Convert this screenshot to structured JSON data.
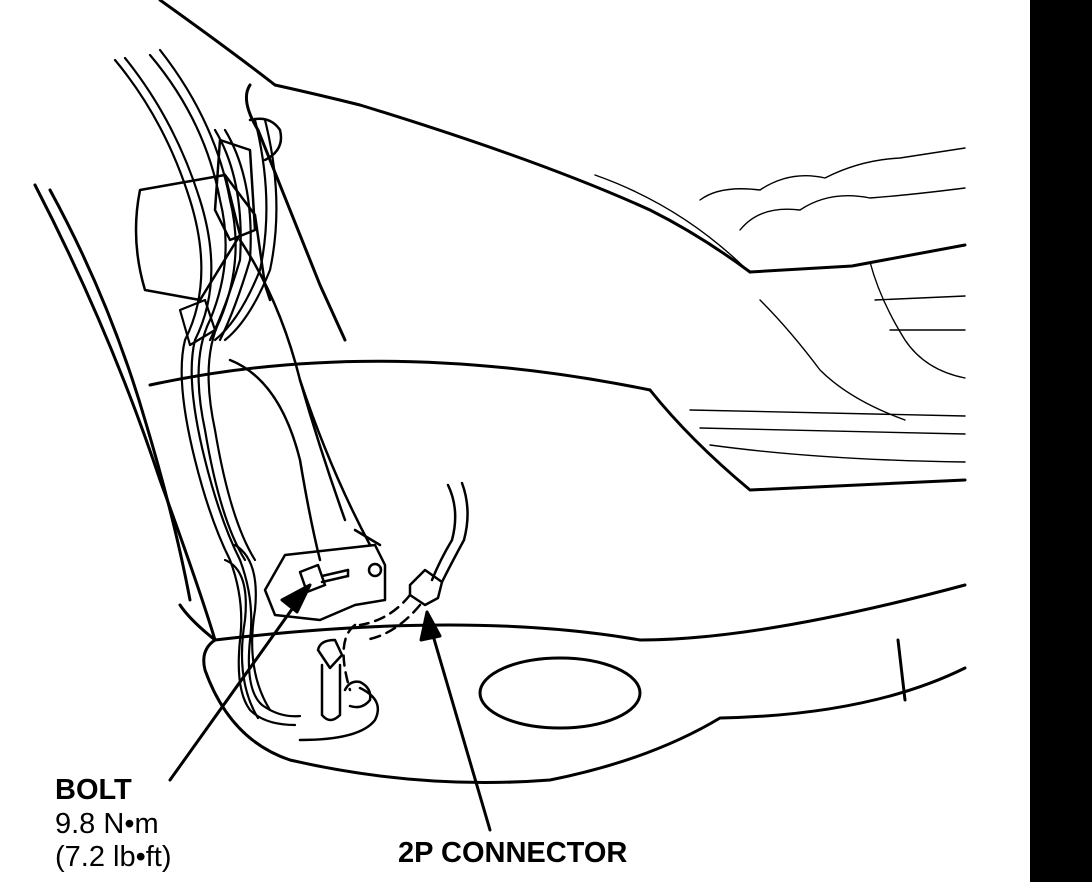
{
  "labels": {
    "bolt": {
      "title": "BOLT",
      "torque_metric": "9.8 N•m",
      "torque_imperial": "(7.2 lb•ft)"
    },
    "connector": {
      "title": "2P CONNECTOR"
    }
  },
  "colors": {
    "line": "#000000",
    "background": "#ffffff",
    "edge_bar": "#000000"
  }
}
